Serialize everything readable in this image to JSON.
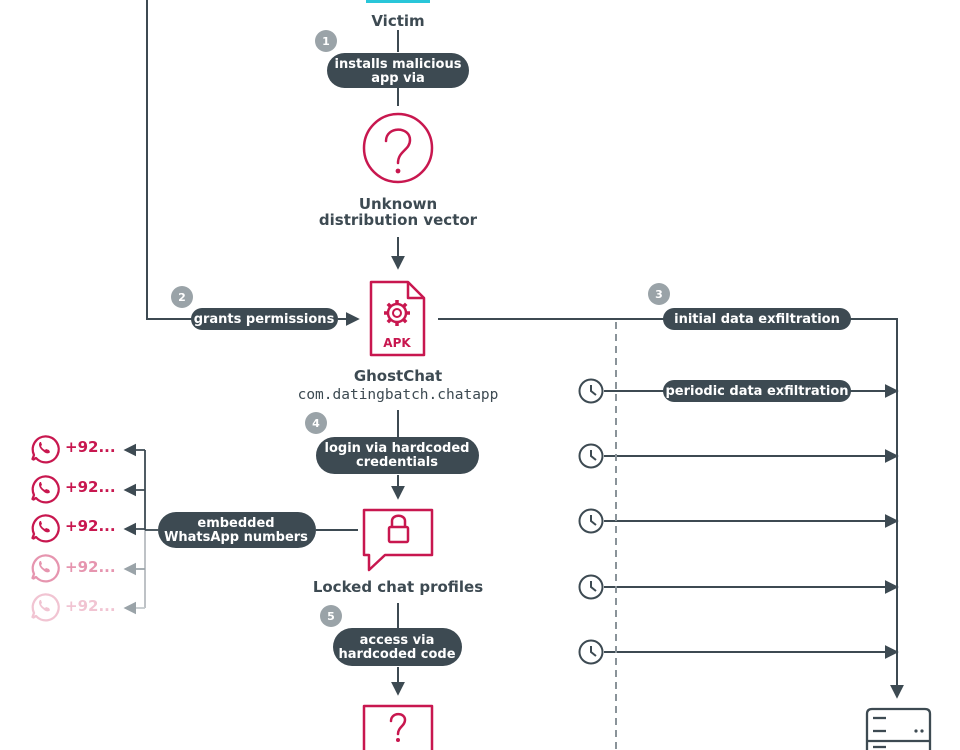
{
  "colors": {
    "accent": "#c8174f",
    "dark": "#3d4a52",
    "step_badge": "#9aa3a8",
    "victim_bar": "#29c6d9",
    "line": "#3d4a52"
  },
  "nodes": {
    "victim": "Victim",
    "distribution_line1": "Unknown",
    "distribution_line2": "distribution vector",
    "apk_badge": "APK",
    "app_name": "GhostChat",
    "app_package": "com.datingbatch.chatapp",
    "locked_profiles": "Locked chat profiles"
  },
  "steps": [
    "1",
    "2",
    "3",
    "4",
    "5"
  ],
  "pills": {
    "installs_l1": "installs malicious",
    "installs_l2": "app via",
    "grants": "grants permissions",
    "initial": "initial data exfiltration",
    "periodic": "periodic data exfiltration",
    "login_l1": "login via hardcoded",
    "login_l2": "credentials",
    "embedded_l1": "embedded",
    "embedded_l2": "WhatsApp numbers",
    "access_l1": "access via",
    "access_l2": "hardcoded code"
  },
  "whatsapp_numbers": [
    "+92...",
    "+92...",
    "+92...",
    "+92...",
    "+92..."
  ],
  "icons": {
    "question": "question-mark-icon",
    "apk": "apk-file-gear-icon",
    "lock_chat": "locked-chat-bubble-icon",
    "clock": "clock-icon",
    "whatsapp": "whatsapp-icon",
    "server": "server-icon"
  }
}
